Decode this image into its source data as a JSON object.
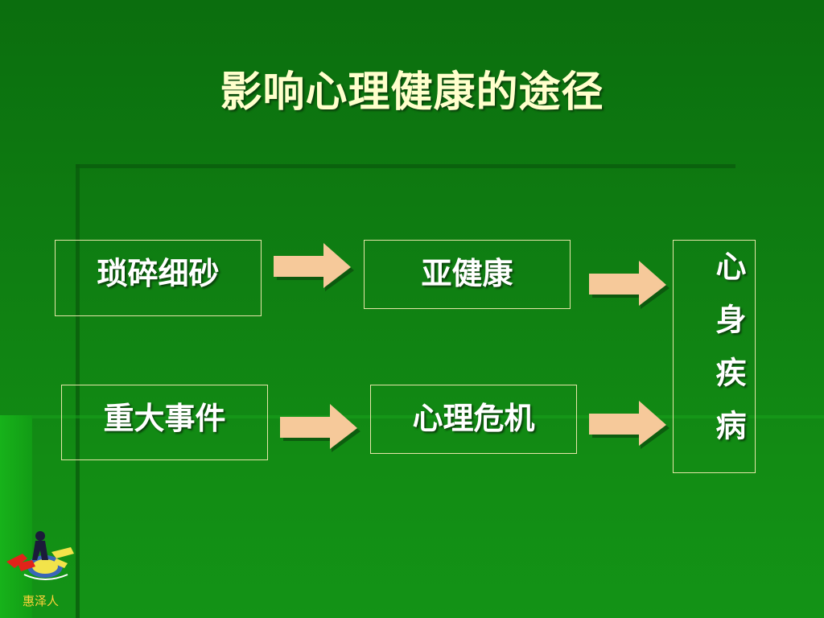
{
  "title": "影响心理健康的途径",
  "boxes": {
    "trivial": "琐碎细砂",
    "subhealth": "亚健康",
    "major_event": "重大事件",
    "crisis": "心理危机",
    "disease": "心身疾病"
  },
  "logo": {
    "caption": "惠泽人"
  },
  "colors": {
    "background": "#0f7f12",
    "title": "#ffffcc",
    "box_text": "#ffffff",
    "box_border": "#e6e6a8",
    "arrow_fill": "#f6c99a",
    "logo_caption": "#ffd23a"
  }
}
